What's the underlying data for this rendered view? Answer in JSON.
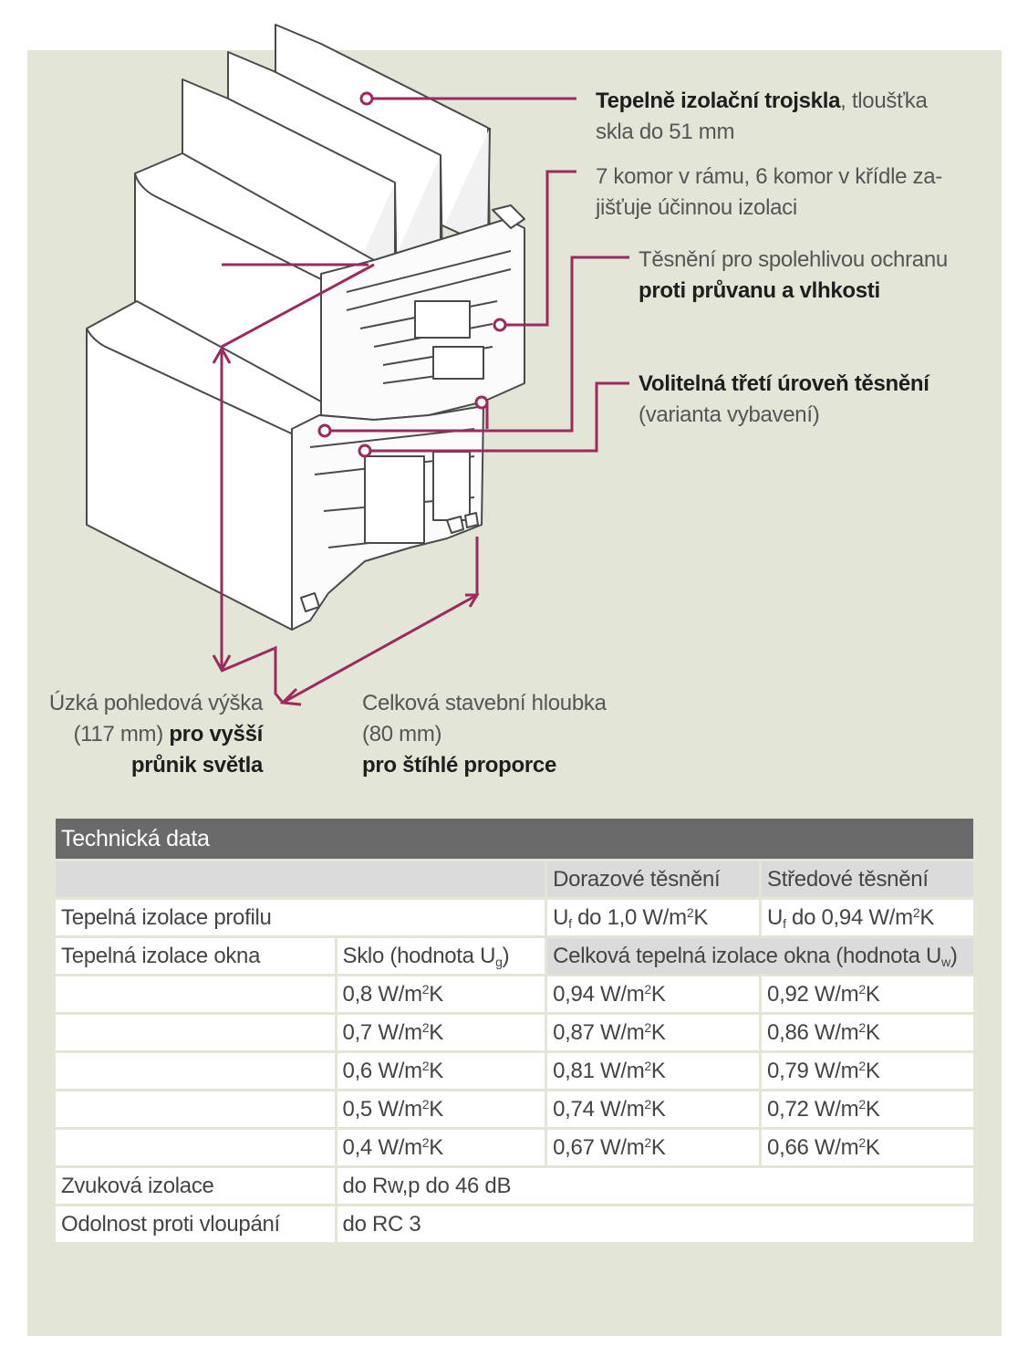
{
  "colors": {
    "accent": "#9b2a5e",
    "panel": "#e3e6d6",
    "title_bar": "#6a6a6a",
    "header_row": "#dbdbdb"
  },
  "callouts": {
    "glass_bold": "Tepelně izolační trojskla",
    "glass_rest": ", tloušťka",
    "glass_line2": "skla do 51 mm",
    "chambers_line1": "7 komor v rámu, 6 komor v křídle za-",
    "chambers_line2": "jišťuje účinnou izolaci",
    "seal_line1": "Těsnění pro spolehlivou ochranu",
    "seal_line2": "proti průvanu a vlhkosti",
    "third_seal_line1": "Volitelná třetí úroveň těsnění",
    "third_seal_line2": "(varianta vybavení)",
    "height_line1": "Úzká pohledová výška",
    "height_line2a": "(117 mm) ",
    "height_line2b": "pro vyšší",
    "height_line3": "průnik světla",
    "depth_line1": "Celková stavební hloubka",
    "depth_line2": "(80 mm)",
    "depth_line3": "pro štíhlé proporce"
  },
  "table": {
    "title": "Technická data",
    "col_dorazove": "Dorazové těsnění",
    "col_stredove": "Středové těsnění",
    "profile_label": "Tepelná izolace profilu",
    "profile_uf1": "do 1,0 W/m",
    "profile_uf2": "do 0,94 W/m",
    "window_label": "Tepelná izolace okna",
    "glass_header": "Sklo (hodnota U",
    "overall_header": "Celková tepelná izolace okna (hodnota U",
    "rows": [
      {
        "glass": "0,8 W/m",
        "dorazove": "0,94 W/m",
        "stredove": "0,92 W/m"
      },
      {
        "glass": "0,7 W/m",
        "dorazove": "0,87 W/m",
        "stredove": "0,86 W/m"
      },
      {
        "glass": "0,6 W/m",
        "dorazove": "0,81 W/m",
        "stredove": "0,79 W/m"
      },
      {
        "glass": "0,5 W/m",
        "dorazove": "0,74 W/m",
        "stredove": "0,72 W/m"
      },
      {
        "glass": "0,4 W/m",
        "dorazove": "0,67 W/m",
        "stredove": "0,66 W/m"
      }
    ],
    "sound_label": "Zvuková izolace",
    "sound_value": "do Rw,p do 46 dB",
    "burglary_label": "Odolnost proti vloupání",
    "burglary_value": "do RC 3"
  }
}
